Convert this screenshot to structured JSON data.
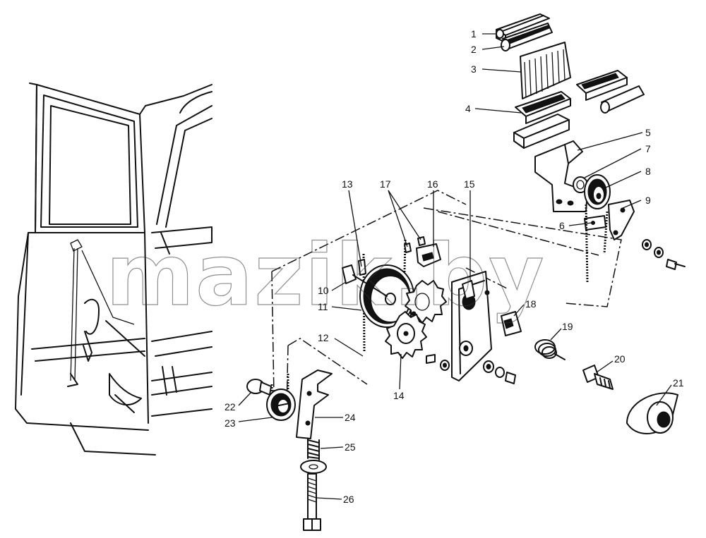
{
  "watermark": "mazik.by",
  "callouts": [
    "1",
    "2",
    "3",
    "4",
    "5",
    "6",
    "7",
    "8",
    "9",
    "10",
    "11",
    "12",
    "13",
    "14",
    "15",
    "16",
    "17",
    "18",
    "19",
    "20",
    "21",
    "22",
    "23",
    "24",
    "25",
    "26"
  ]
}
